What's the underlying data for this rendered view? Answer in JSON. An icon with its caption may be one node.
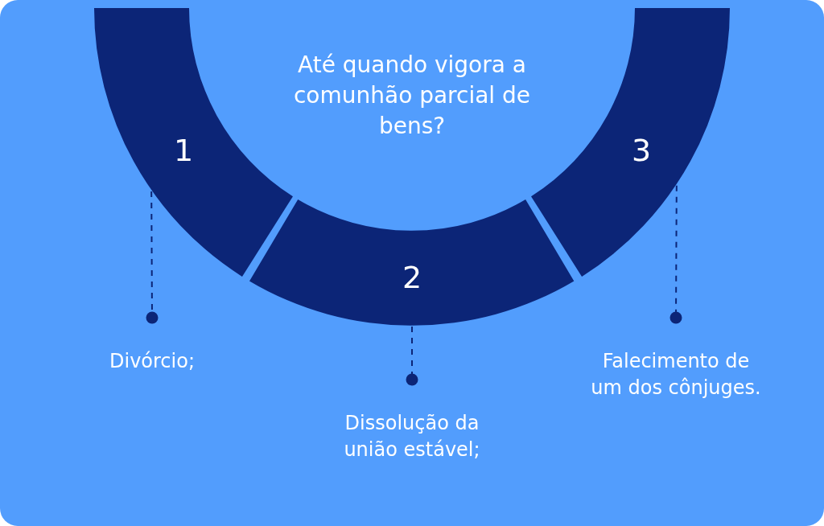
{
  "diagram": {
    "title": "Até quando vigora a comunhão parcial de bens?",
    "nodes": [
      {
        "text": [
          "1"
        ]
      },
      {
        "text": [
          "2"
        ]
      },
      {
        "text": [
          "3"
        ]
      },
      {
        "text": [
          "Divórcio;"
        ]
      },
      {
        "text": [
          "Dissolução da união estável;"
        ]
      },
      {
        "text": [
          "Falecimento de um dos cônjuges."
        ]
      }
    ],
    "edges": [
      {
        "from": 0,
        "to": 3,
        "arrow": "other",
        "style": "dashed"
      },
      {
        "from": 1,
        "to": 4,
        "arrow": "other",
        "style": "dashed"
      },
      {
        "from": 2,
        "to": 5,
        "arrow": "other",
        "style": "dashed"
      }
    ]
  }
}
